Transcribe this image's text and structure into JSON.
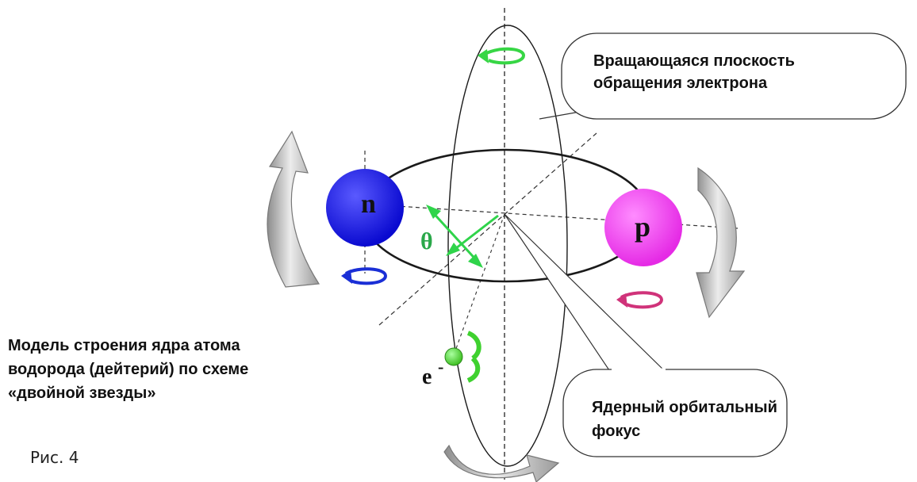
{
  "labels": {
    "plane_callout": [
      "Вращающаяся плоскость",
      "обращения электрона"
    ],
    "focus_callout": [
      "Ядерный орбитальный",
      "фокус"
    ],
    "caption": [
      "Модель строения ядра атома",
      "водорода (дейтерий) по схеме",
      "«двойной звезды»"
    ],
    "figure": "Рис. 4",
    "neutron": "n",
    "proton": "p",
    "electron": "e",
    "electron_charge": "-",
    "theta": "θ"
  },
  "colors": {
    "neutron": "#1010e6",
    "proton": "#f03cf0",
    "electron": "#5fe03a",
    "theta_arrow": "#2fd44a",
    "spin_neutron": "#1a2fd6",
    "spin_proton": "#d0337a",
    "spin_plane": "#37d645",
    "spin_electron": "#3fd12f",
    "big_arrow": "#a8a8a8"
  }
}
